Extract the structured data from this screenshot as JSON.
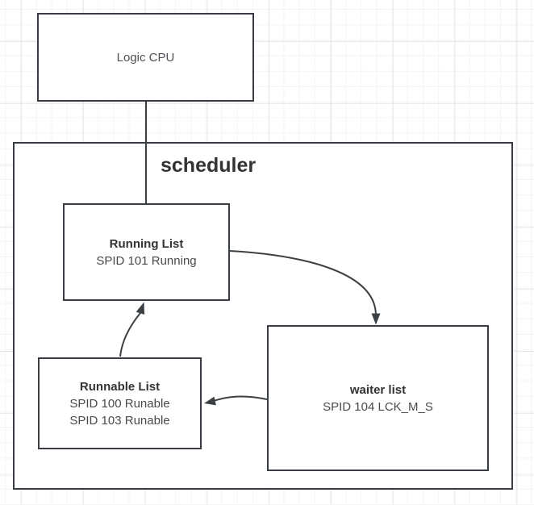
{
  "nodes": {
    "logic_cpu": {
      "label": "Logic CPU"
    },
    "scheduler": {
      "label": "scheduler"
    },
    "running_list": {
      "title": "Running List",
      "items": [
        "SPID 101 Running"
      ]
    },
    "runnable_list": {
      "title": "Runnable List",
      "items": [
        "SPID 100 Runable",
        "SPID 103 Runable"
      ]
    },
    "waiter_list": {
      "title": "waiter list",
      "items": [
        "SPID 104 LCK_M_S"
      ]
    }
  },
  "connections": [
    {
      "from": "logic_cpu",
      "to": "running_list",
      "arrowhead": false
    },
    {
      "from": "running_list",
      "to": "waiter_list",
      "arrowhead": true
    },
    {
      "from": "waiter_list",
      "to": "runnable_list",
      "arrowhead": true
    },
    {
      "from": "runnable_list",
      "to": "running_list",
      "arrowhead": true
    }
  ],
  "colors": {
    "box_border": "#383d43",
    "connector": "#3b4045",
    "title_text": "#333333",
    "body_text": "#4a4a4a",
    "cpu_text": "#4d5156",
    "background": "#ffffff",
    "grid_minor": "#f4f4f4",
    "grid_major": "#e8e8e8"
  }
}
